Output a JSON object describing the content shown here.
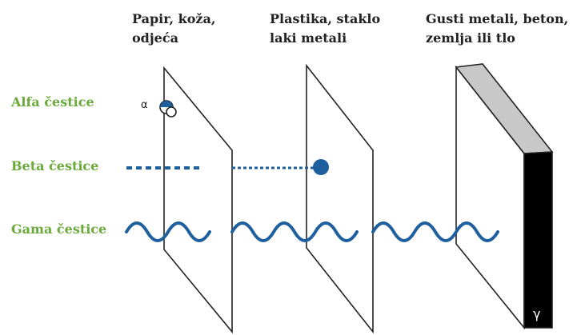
{
  "barriers": [
    {
      "line1": "Papir, koža,",
      "line2": "odjeća"
    },
    {
      "line1": "Plastika, staklo",
      "line2": "laki metali"
    },
    {
      "line1": "Gusti metali, beton,",
      "line2": "zemlja ili tlo"
    }
  ],
  "particles": {
    "alpha": {
      "label": "Alfa čestice",
      "symbol": "α"
    },
    "beta": {
      "label": "Beta čestice"
    },
    "gamma": {
      "label": "Gama čestice",
      "symbol": "γ"
    }
  },
  "colors": {
    "label_green": "#6aaa3a",
    "particle_blue": "#1e5f9e",
    "outline": "#222222",
    "slab_top": "#c8c8c8",
    "slab_side": "#000000"
  }
}
